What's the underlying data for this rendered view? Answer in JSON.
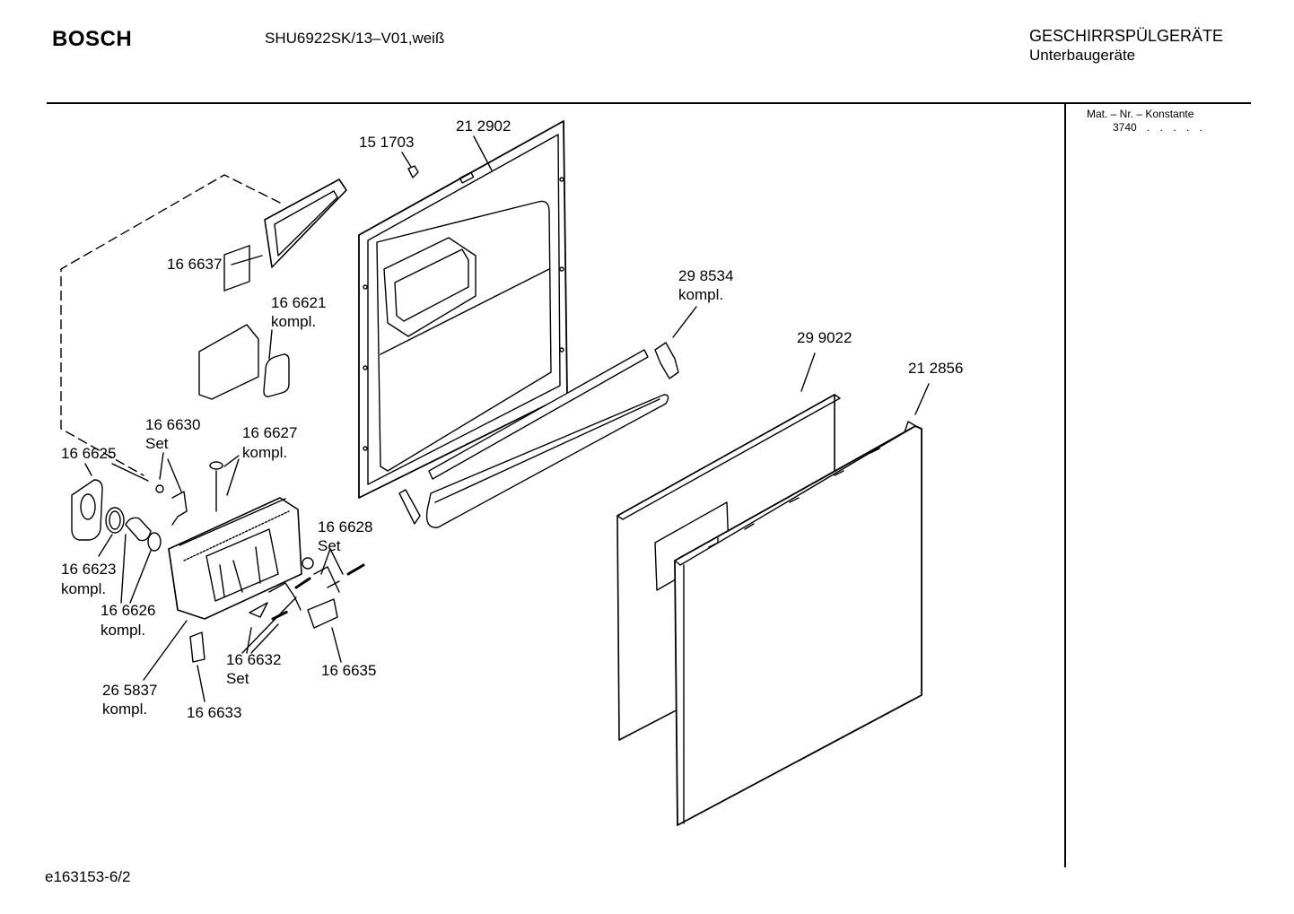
{
  "header": {
    "brand": "BOSCH",
    "model": "SHU6922SK/13–V01,weiß",
    "category": "GESCHIRRSPÜLGERÄTE",
    "subcategory": "Unterbaugeräte"
  },
  "side_panel": {
    "mat_label": "Mat. – Nr. – Konstante",
    "mat_value": "3740",
    "mat_dots": ". . . . ."
  },
  "footer": {
    "diagram_id": "e163153-6/2"
  },
  "parts": [
    {
      "number": "21 2902",
      "sub": ""
    },
    {
      "number": "15 1703",
      "sub": ""
    },
    {
      "number": "16 6637",
      "sub": ""
    },
    {
      "number": "16 6621",
      "sub": "kompl."
    },
    {
      "number": "29 8534",
      "sub": "kompl."
    },
    {
      "number": "29 9022",
      "sub": ""
    },
    {
      "number": "21 2856",
      "sub": ""
    },
    {
      "number": "16 6630",
      "sub": "Set"
    },
    {
      "number": "16 6627",
      "sub": "kompl."
    },
    {
      "number": "16 6625",
      "sub": ""
    },
    {
      "number": "16 6628",
      "sub": "Set"
    },
    {
      "number": "16 6623",
      "sub": "kompl."
    },
    {
      "number": "16 6626",
      "sub": "kompl."
    },
    {
      "number": "16 6632",
      "sub": "Set"
    },
    {
      "number": "16 6635",
      "sub": ""
    },
    {
      "number": "26 5837",
      "sub": "kompl."
    },
    {
      "number": "16 6633",
      "sub": ""
    }
  ]
}
